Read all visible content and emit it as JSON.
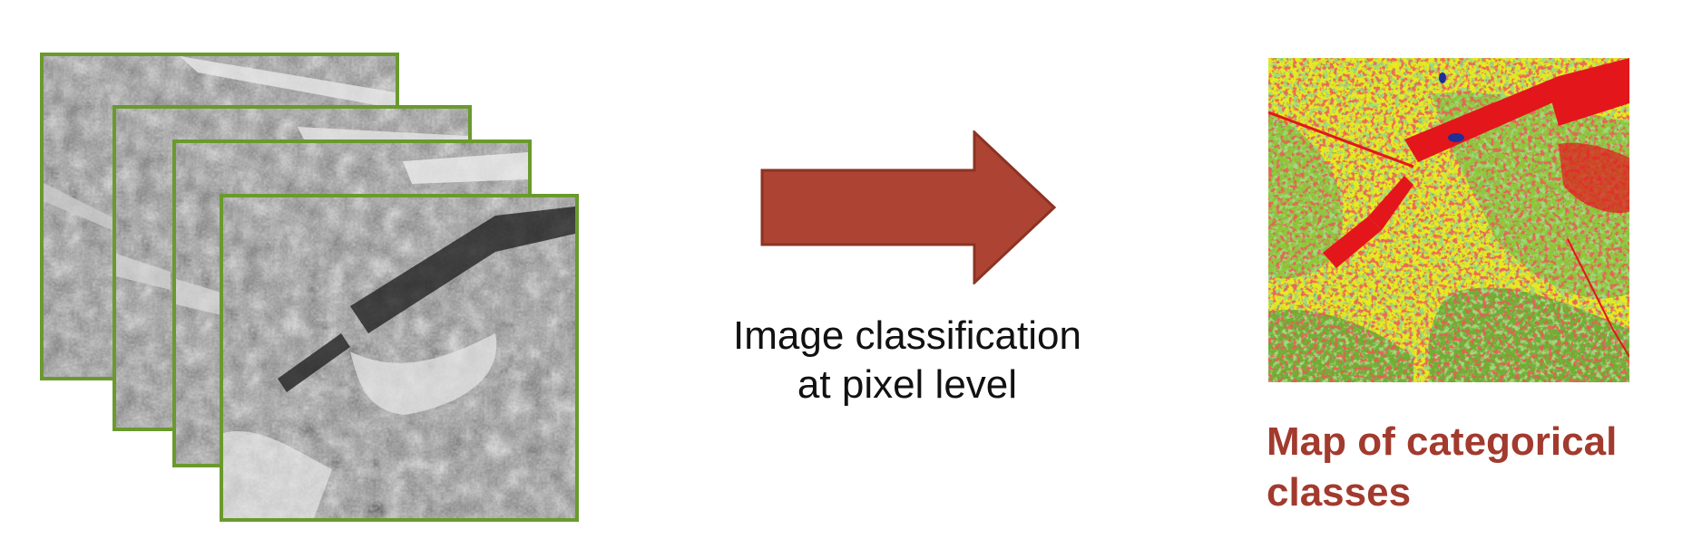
{
  "process": {
    "line1": "Image classification",
    "line2": "at pixel level"
  },
  "output": {
    "line1": "Map of categorical",
    "line2": "classes"
  },
  "colors": {
    "frame_border": "#6a9a2e",
    "arrow_fill": "#ad4433",
    "arrow_stroke": "#8c3324",
    "label_accent": "#a23a2e",
    "class_yellow": "#e7ea1f",
    "class_red": "#e3161b",
    "class_green": "#6fbf3a",
    "class_dark_green": "#3e7d2a",
    "class_blue": "#1f2f9a"
  },
  "icons": {
    "input_images": "satellite-image-icon",
    "process": "arrow-right-icon",
    "output": "classified-map-icon"
  }
}
